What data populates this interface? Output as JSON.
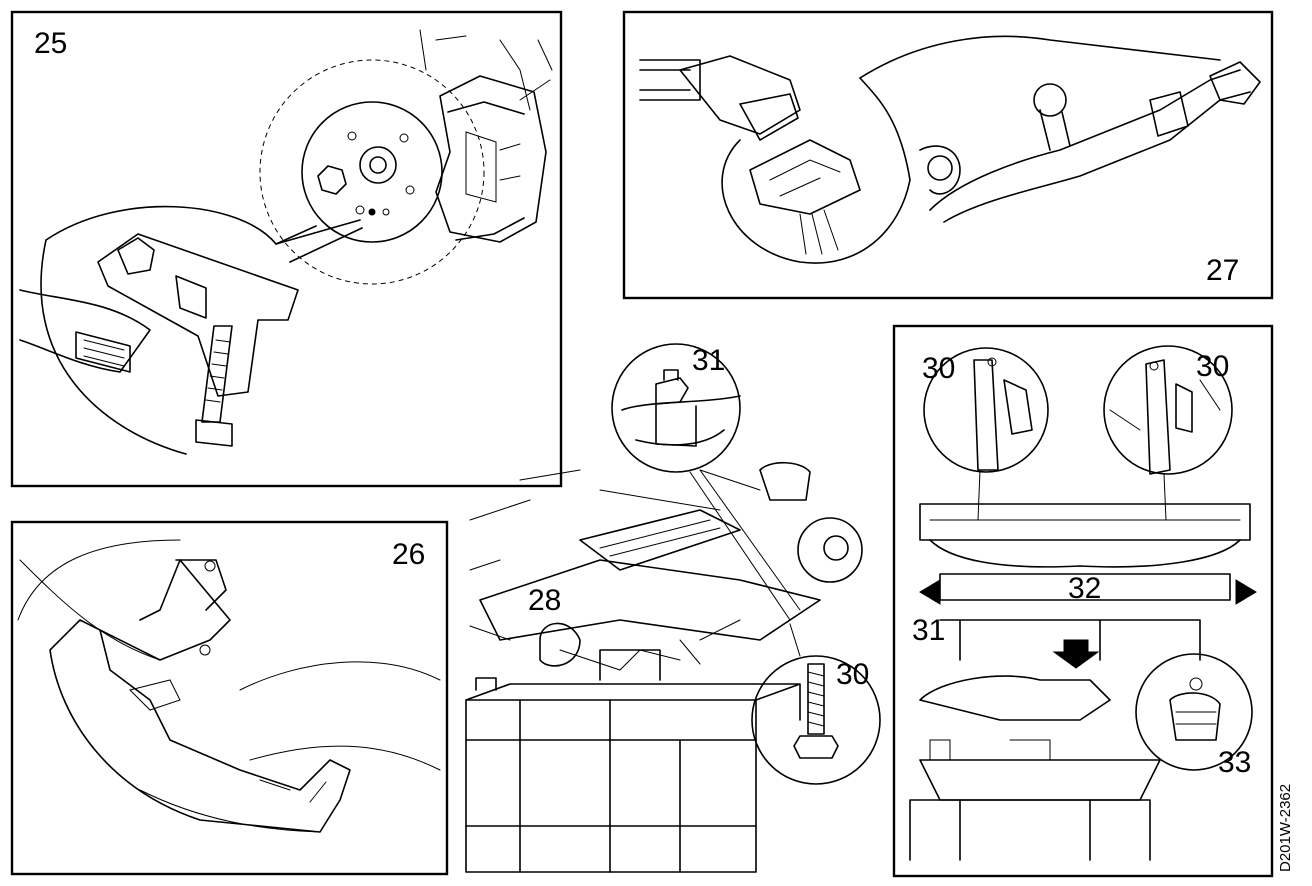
{
  "figures": {
    "fig25": "25",
    "fig26": "26",
    "fig27": "27"
  },
  "callouts": {
    "c28": "28",
    "c31_center": "31",
    "c30_center": "30",
    "c30_right_a": "30",
    "c30_right_b": "30",
    "c31_right": "31",
    "c32": "32",
    "c33": "33"
  },
  "drawing_code": "D201W-2362"
}
